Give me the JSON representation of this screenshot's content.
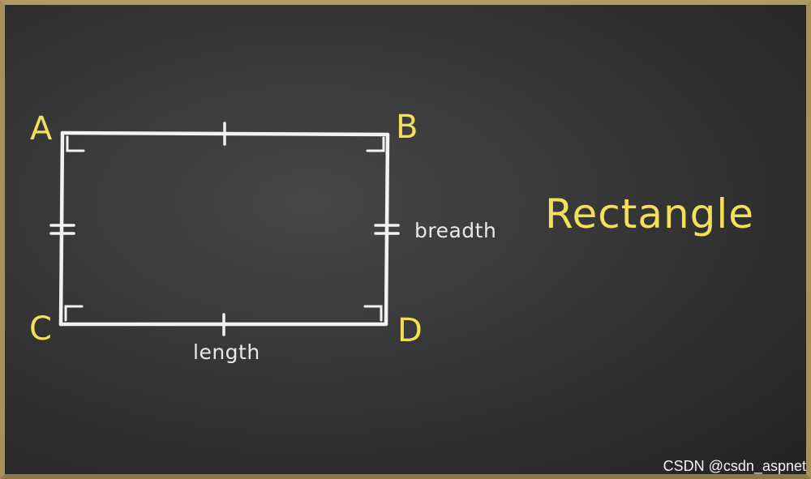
{
  "diagram": {
    "title": "Rectangle",
    "vertices": {
      "top_left": "A",
      "top_right": "B",
      "bottom_left": "C",
      "bottom_right": "D"
    },
    "side_labels": {
      "bottom": "length",
      "right": "breadth"
    }
  },
  "watermark": "CSDN @csdn_aspnet",
  "colors": {
    "board": "#383838",
    "frame": "#a8905a",
    "chalk_white": "#f2f2f2",
    "chalk_yellow": "#f2df5a"
  }
}
